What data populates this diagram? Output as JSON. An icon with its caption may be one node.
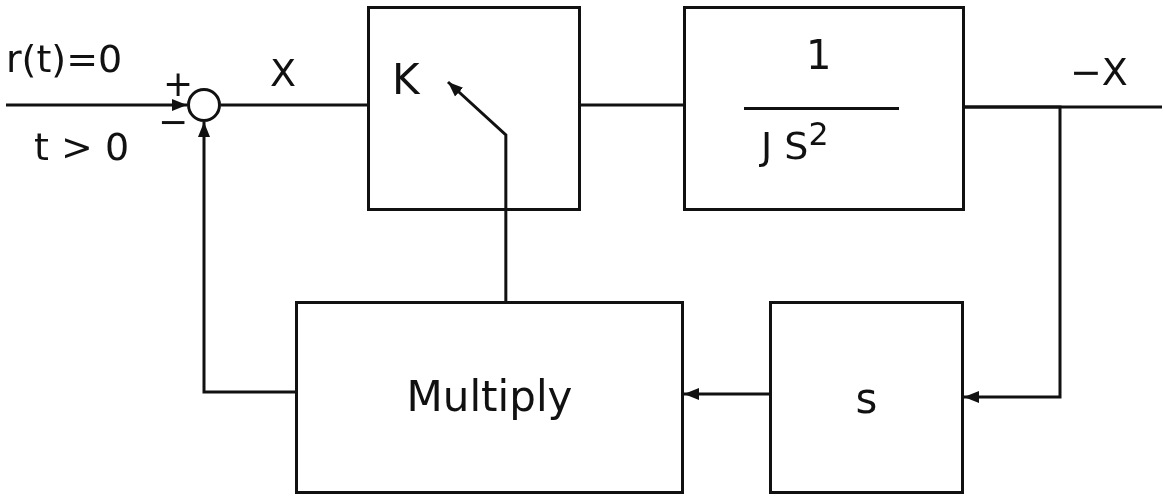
{
  "diagram": {
    "nodes": [
      {
        "text": [],
        "shape": "circle"
      },
      {
        "text": [
          "K"
        ]
      },
      {
        "text": [
          "1",
          "J S$^{2}$"
        ]
      },
      {
        "text": [
          "Multiply"
        ]
      },
      {
        "text": [
          "s"
        ]
      }
    ],
    "edges": [
      {
        "from": null,
        "to": 0,
        "arrow": "to",
        "label": "r(t)=0"
      },
      {
        "from": 0,
        "to": 1,
        "arrow": "none",
        "label": "X"
      },
      {
        "from": 1,
        "to": 2,
        "arrow": "none"
      },
      {
        "from": 2,
        "to": null,
        "arrow": "none",
        "label": "−X"
      },
      {
        "from": 2,
        "to": 4,
        "arrow": "to"
      },
      {
        "from": 4,
        "to": 3,
        "arrow": "to"
      },
      {
        "from": 3,
        "to": 0,
        "arrow": "to"
      },
      {
        "from": 3,
        "to": 1,
        "arrow": "to"
      }
    ],
    "labels": [
      "+",
      "−",
      "t > 0"
    ]
  }
}
